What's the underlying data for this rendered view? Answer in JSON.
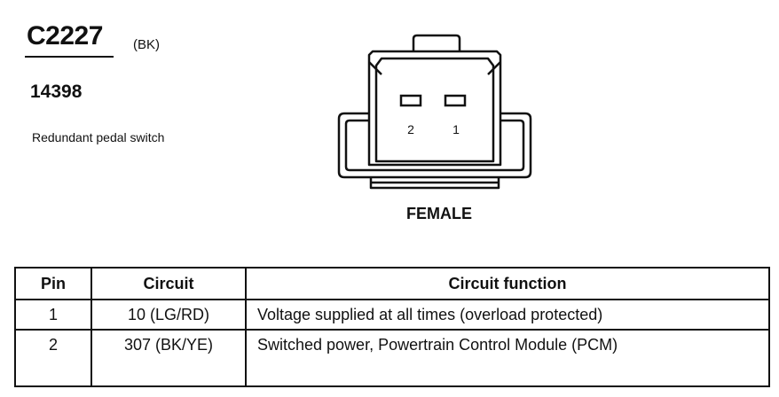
{
  "connector": {
    "id": "C2227",
    "color_code": "(BK)",
    "part_number": "14398",
    "description": "Redundant pedal switch",
    "gender": "FEMALE",
    "pin_labels": [
      "2",
      "1"
    ]
  },
  "table": {
    "headers": [
      "Pin",
      "Circuit",
      "Circuit function"
    ],
    "rows": [
      {
        "pin": "1",
        "circuit": "10 (LG/RD)",
        "function": "Voltage supplied at all times (overload protected)"
      },
      {
        "pin": "2",
        "circuit": "307 (BK/YE)",
        "function": "Switched power, Powertrain Control Module (PCM)"
      }
    ]
  }
}
